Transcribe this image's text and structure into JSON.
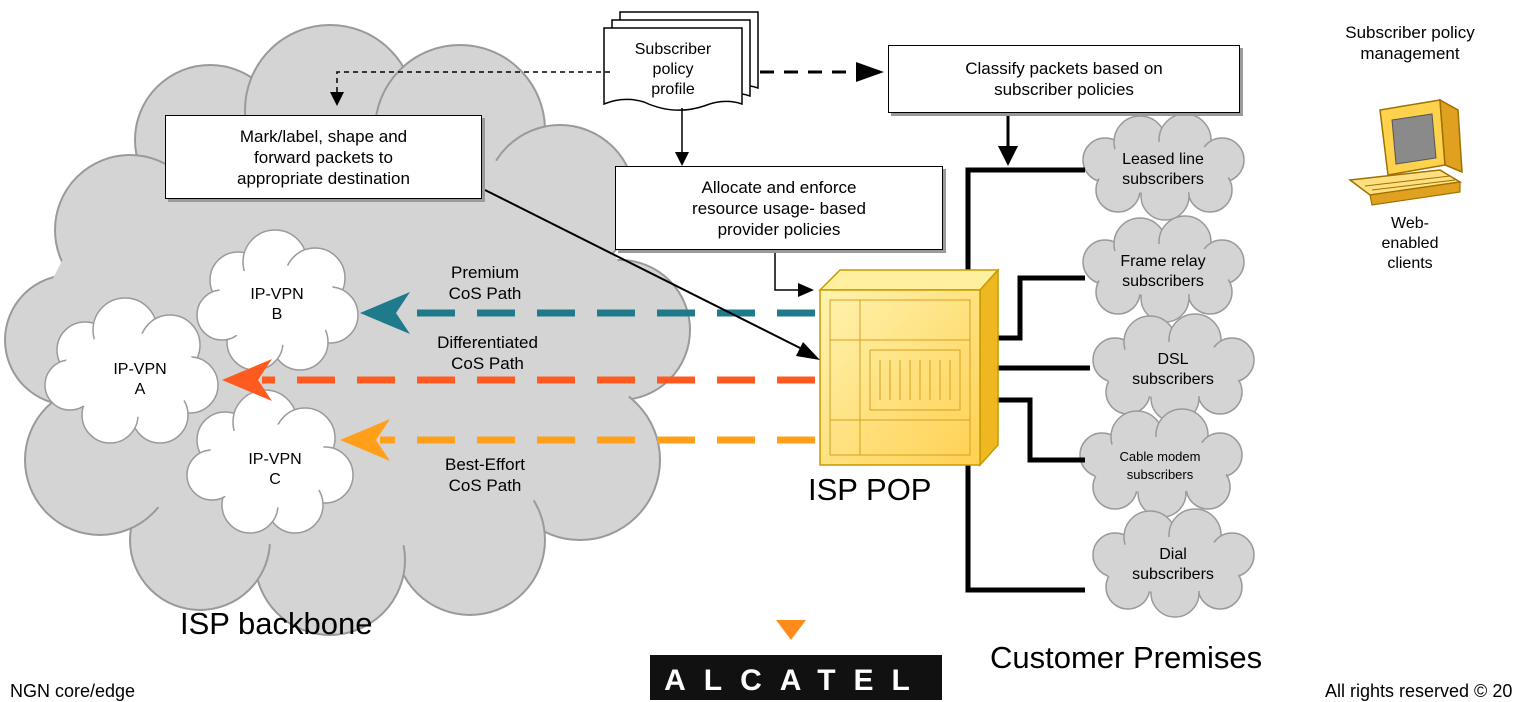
{
  "boxes": {
    "mark_label": "Mark/label, shape and\nforward packets to\nappropriate destination",
    "classify": "Classify packets based on\nsubscriber policies",
    "allocate": "Allocate and enforce\nresource usage-  based\nprovider policies",
    "profile": "Subscriber\npolicy\nprofile"
  },
  "paths": {
    "premium": "Premium\nCoS Path",
    "differentiated": "Differentiated\nCoS Path",
    "best_effort": "Best-Effort\nCoS Path"
  },
  "vpns": {
    "a": "IP-VPN\nA",
    "b": "IP-VPN\nB",
    "c": "IP-VPN\nC"
  },
  "subscribers": [
    "Leased line\nsubscribers",
    "Frame relay\nsubscribers",
    "DSL\nsubscribers",
    "Cable modem\nsubscribers",
    "Dial\nsubscribers"
  ],
  "management": {
    "title": "Subscriber policy\nmanagement",
    "clients": "Web-\nenabled\nclients"
  },
  "labels": {
    "isp_pop": "ISP POP",
    "isp_backbone": "ISP backbone",
    "customer_premises": "Customer Premises"
  },
  "footer": {
    "left": "NGN core/edge",
    "right": "All rights reserved © 20",
    "logo": "ALCATEL"
  },
  "colors": {
    "premium": "#1f7a8c",
    "differentiated": "#ff5a1f",
    "best_effort": "#ff9f1a",
    "cloud": "#d4d4d4",
    "pop": "#ffd75a",
    "logo_triangle": "#ff8c1a"
  }
}
